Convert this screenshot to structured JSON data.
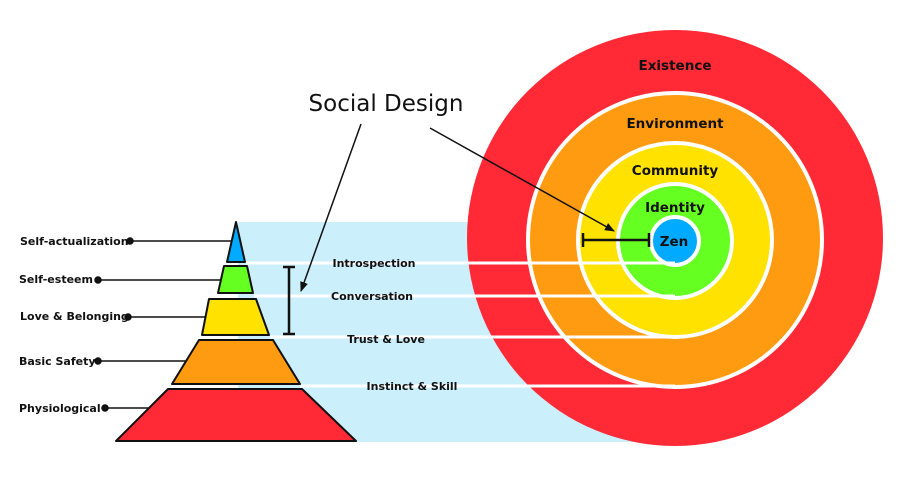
{
  "title": "Social Design",
  "colors": {
    "red": "#ff2a36",
    "orange": "#ff9b10",
    "yellow": "#ffe200",
    "green": "#66ff22",
    "blue": "#00aaff",
    "band": "#cceffc"
  },
  "pyramid": {
    "levels": [
      {
        "label": "Self-actualization"
      },
      {
        "label": "Self-esteem"
      },
      {
        "label": "Love & Belonging"
      },
      {
        "label": "Basic Safety"
      },
      {
        "label": "Physiological"
      }
    ]
  },
  "bands": [
    "Introspection",
    "Conversation",
    "Trust & Love",
    "Instinct & Skill"
  ],
  "rings": [
    "Existence",
    "Environment",
    "Community",
    "Identity",
    "Zen"
  ]
}
